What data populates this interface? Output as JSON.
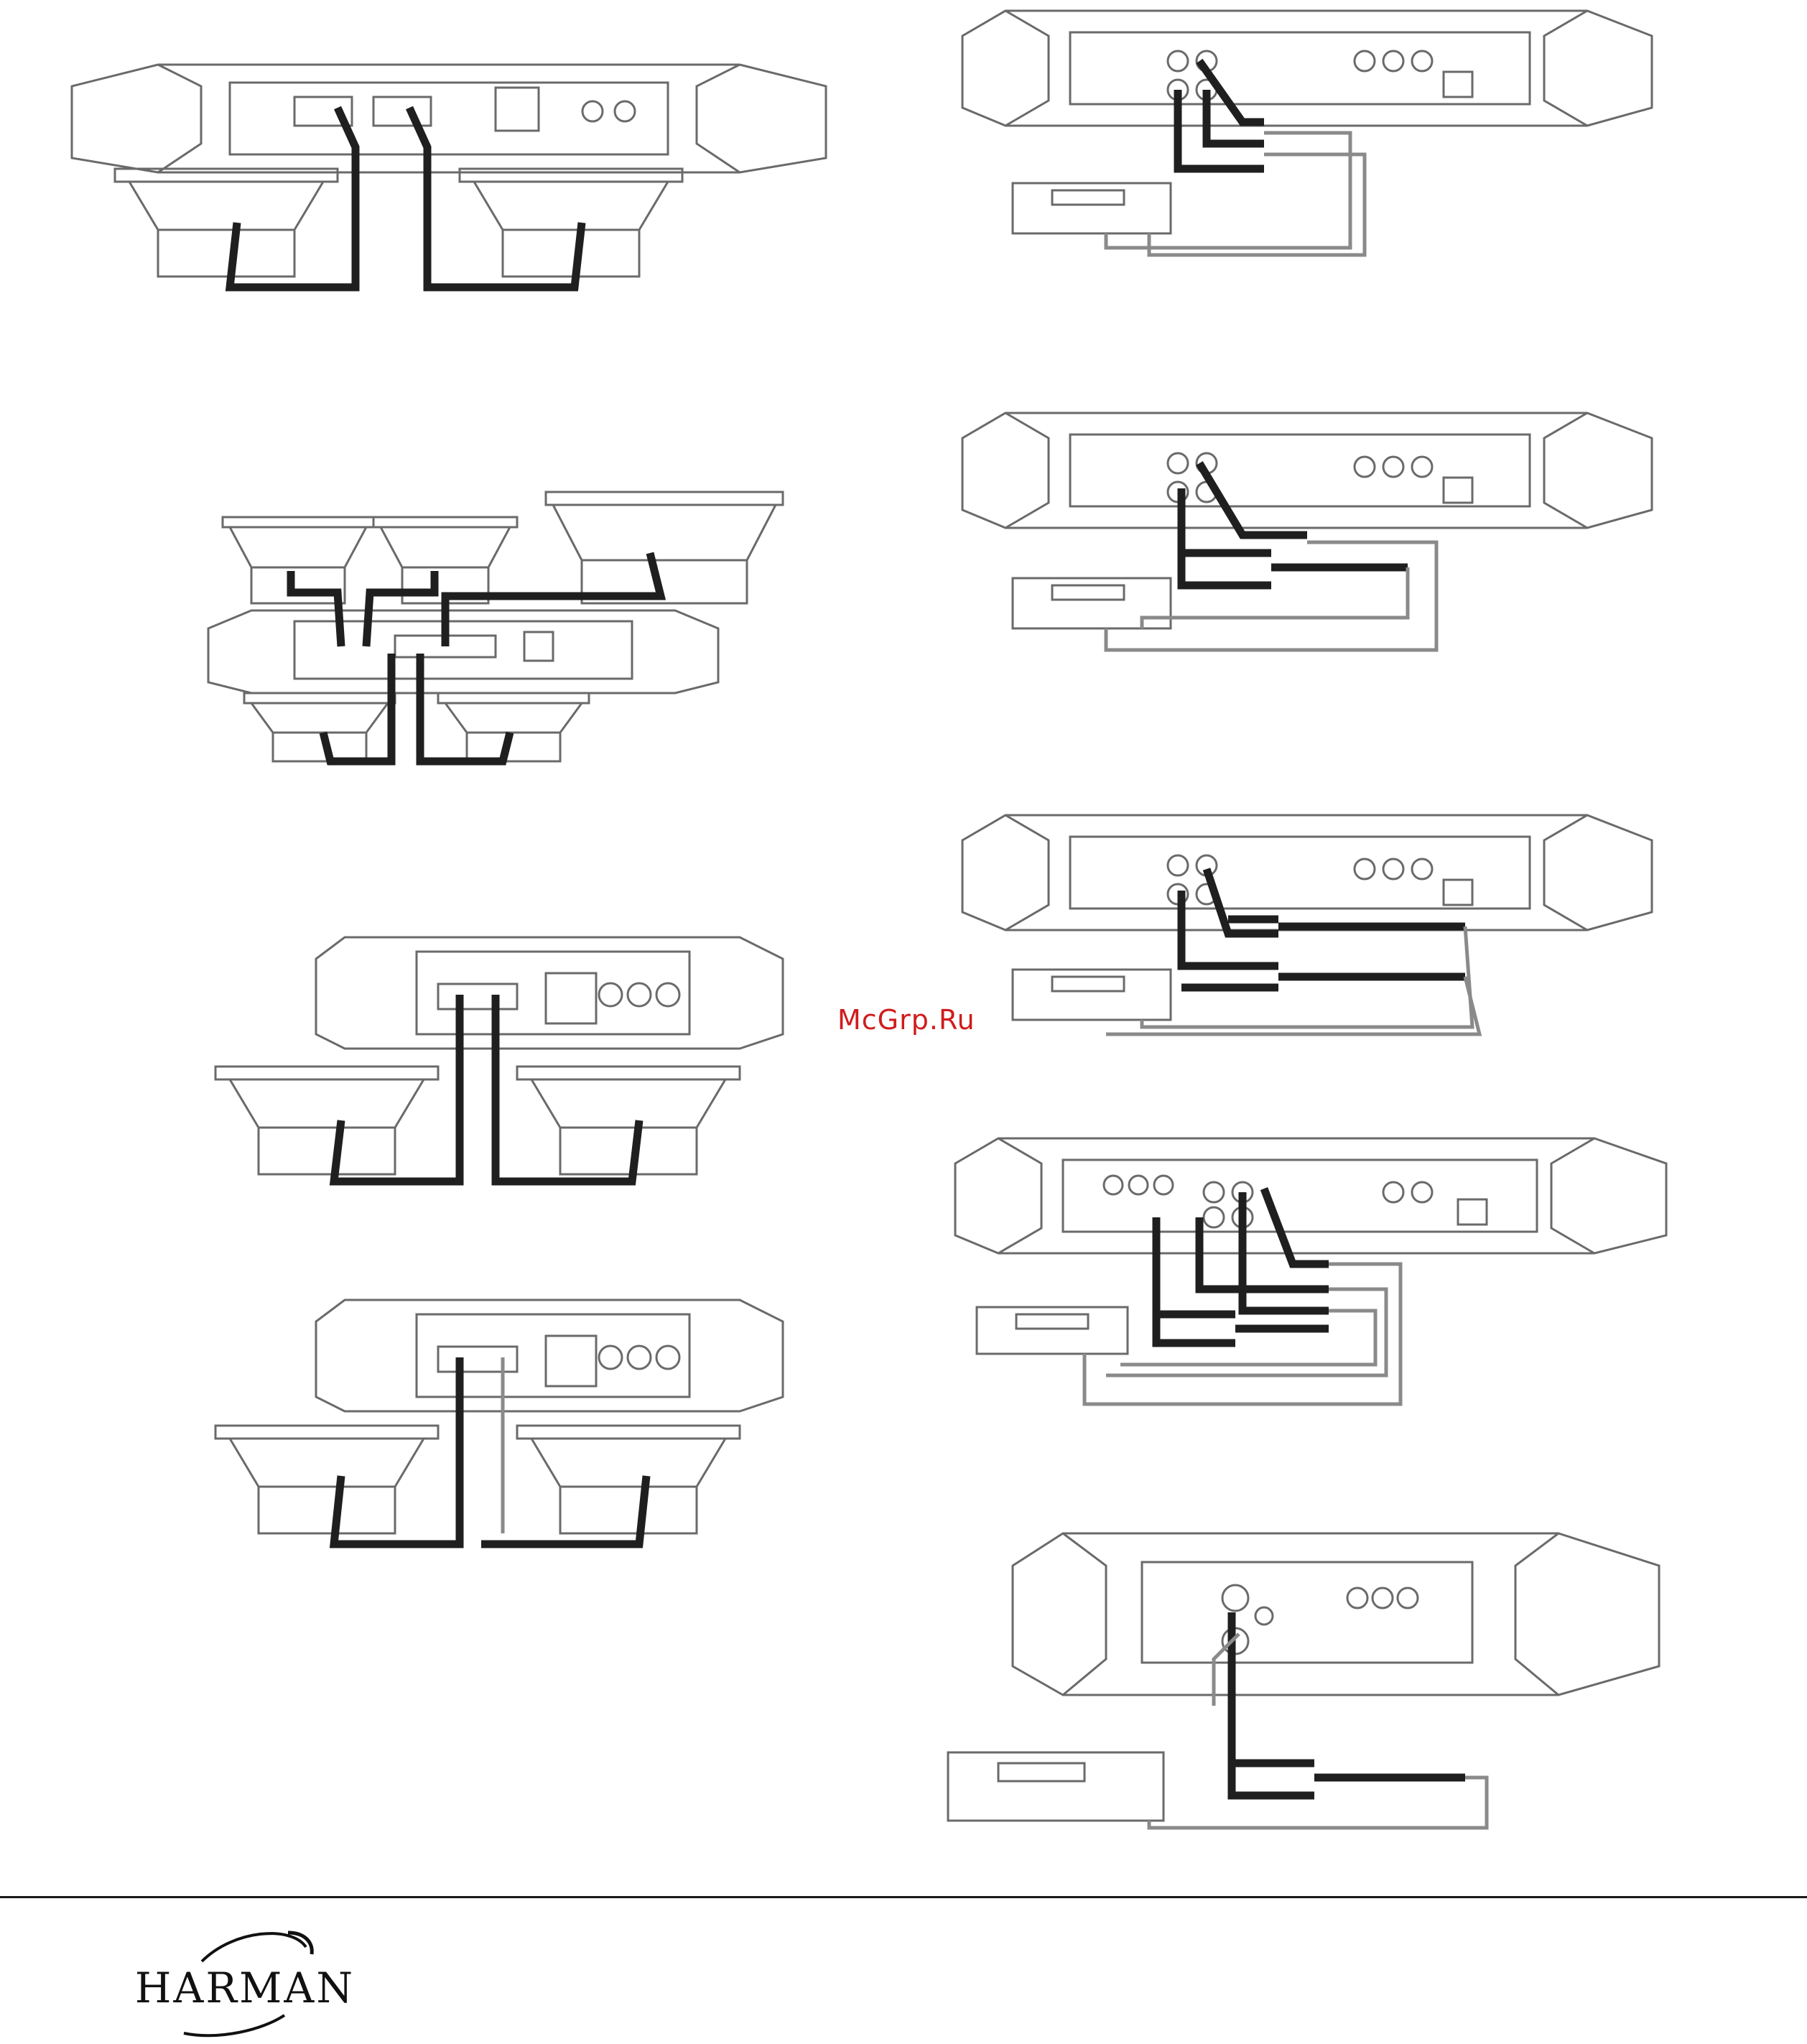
{
  "page": {
    "watermark": "McGrp.Ru",
    "brand": {
      "logo_text": "HARMAN",
      "logo_icon": "harman-swoosh-icon"
    },
    "left_column": {
      "diagrams": [
        {
          "name": "two-subwoofer-wiring-top"
        },
        {
          "name": "four-speaker-wiring"
        },
        {
          "name": "two-subwoofer-wiring-middle"
        },
        {
          "name": "two-subwoofer-wiring-bottom"
        }
      ]
    },
    "right_column": {
      "diagrams": [
        {
          "name": "head-unit-rca-four-channel"
        },
        {
          "name": "head-unit-rca-y-adapter"
        },
        {
          "name": "head-unit-rca-dual-y-adapter"
        },
        {
          "name": "head-unit-rca-six-channel"
        },
        {
          "name": "head-unit-rca-mono"
        }
      ]
    }
  }
}
